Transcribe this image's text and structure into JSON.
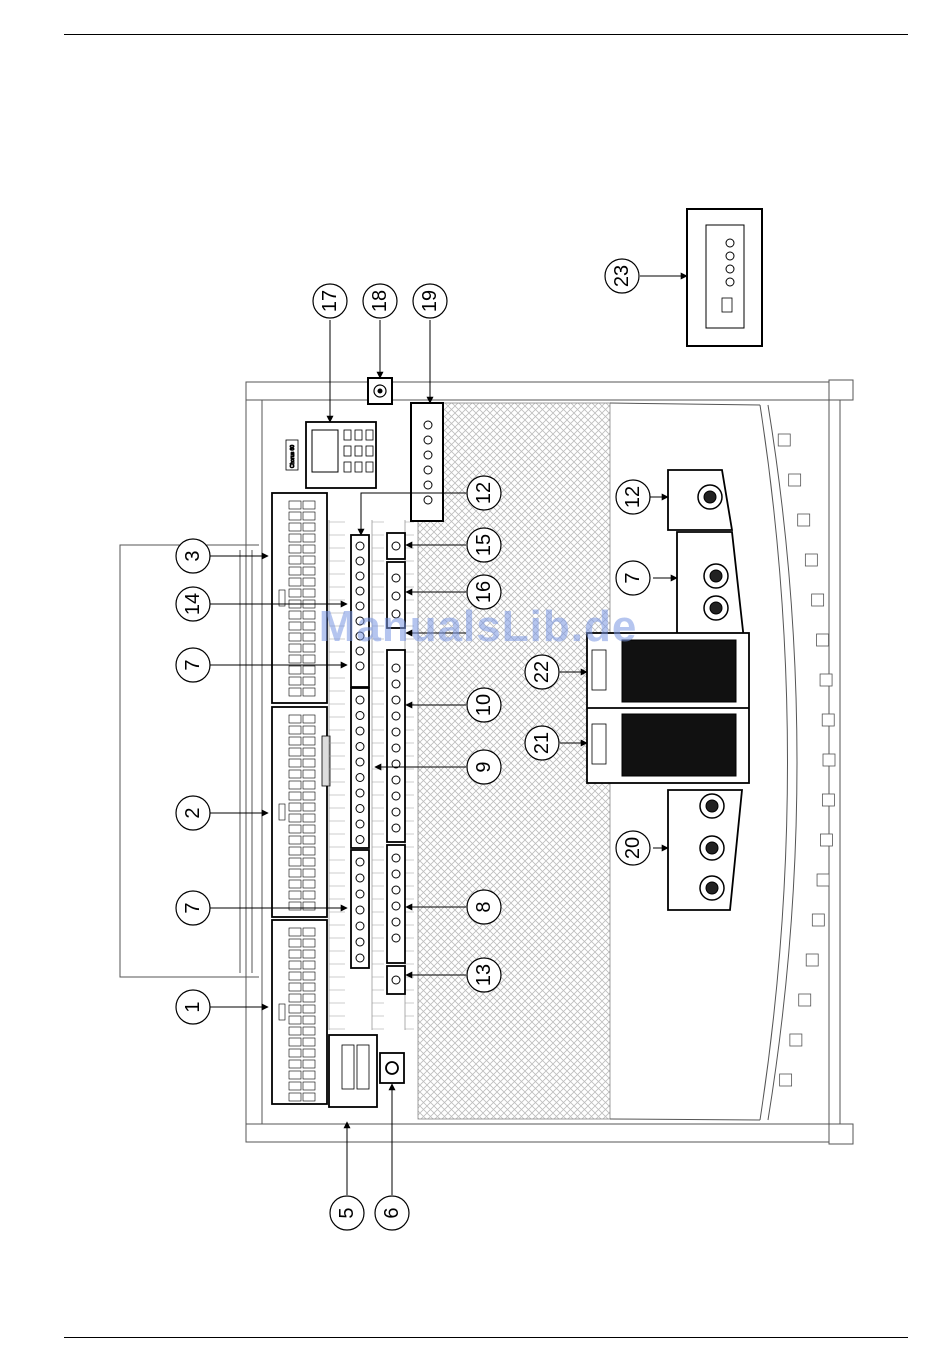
{
  "model_label": "Chorus 60",
  "watermark": "ManualsLib.de",
  "callouts": [
    "1",
    "2",
    "3",
    "5",
    "6",
    "7",
    "7",
    "7",
    "8",
    "9",
    "10",
    "12",
    "12",
    "13",
    "14",
    "15",
    "16",
    "17",
    "18",
    "19",
    "20",
    "21",
    "22",
    "23"
  ],
  "colors": {
    "ink": "#000000",
    "hatch": "#c9c9c9",
    "line": "#555555",
    "watermark": "#7896e1"
  }
}
